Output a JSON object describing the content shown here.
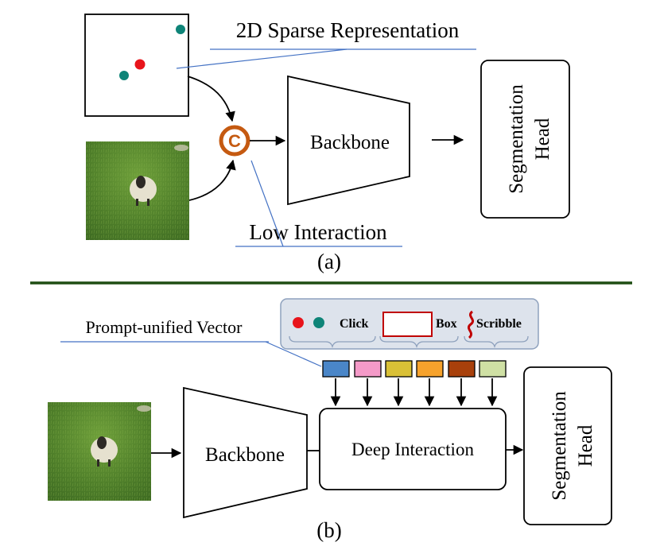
{
  "part_a": {
    "sparse_label": "2D Sparse Representation",
    "concat_symbol": "C",
    "backbone": "Backbone",
    "head_line1": "Segmentation",
    "head_line2": "Head",
    "low_interaction": "Low Interaction",
    "caption": "(a)"
  },
  "part_b": {
    "prompt_label": "Prompt-unified Vector",
    "prompt_legend": {
      "click": "Click",
      "box": "Box",
      "scribble": "Scribble"
    },
    "backbone": "Backbone",
    "deep_interaction": "Deep Interaction",
    "head_line1": "Segmentation",
    "head_line2": "Head",
    "caption": "(b)"
  },
  "colors": {
    "point_red": "#e8141b",
    "point_teal": "#0e8478",
    "concat_ring": "#c55a11",
    "leader_line": "#4472c4",
    "divider": "#1e4d12",
    "legend_bg": "#dde3ec",
    "legend_border": "#8ea1bd",
    "legend_text": "#3d3300",
    "box_outline": "#c00000",
    "scribble": "#c00000",
    "tokens": [
      "#4a86c8",
      "#f49ac8",
      "#d9c036",
      "#f6a22c",
      "#a8400b",
      "#cfe0a4"
    ]
  },
  "icons": [
    "sheep-photo",
    "concat-c-icon",
    "scribble-icon"
  ]
}
